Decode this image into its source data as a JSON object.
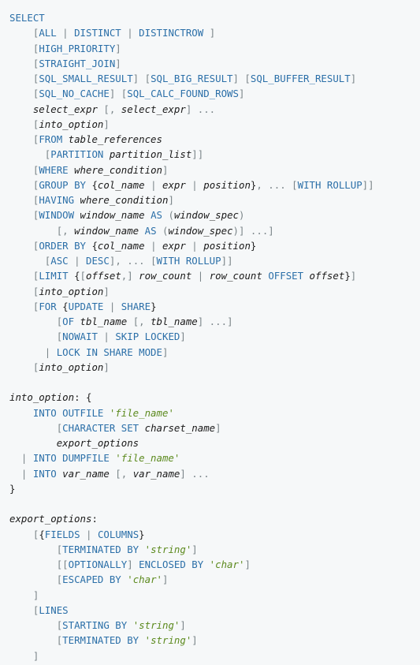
{
  "syntax_colors": {
    "keyword": "#2b6fa8",
    "variable": "#1a1a1a",
    "punctuation": "#7b8589",
    "string": "#5c8a1e",
    "background": "#f6f8f9"
  },
  "lines": [
    [
      [
        "k",
        "SELECT"
      ]
    ],
    [
      [
        "t",
        "    "
      ],
      [
        "p",
        "["
      ],
      [
        "k",
        "ALL"
      ],
      [
        "p",
        " | "
      ],
      [
        "k",
        "DISTINCT"
      ],
      [
        "p",
        " | "
      ],
      [
        "k",
        "DISTINCTROW"
      ],
      [
        "p",
        " ]"
      ]
    ],
    [
      [
        "t",
        "    "
      ],
      [
        "p",
        "["
      ],
      [
        "k",
        "HIGH_PRIORITY"
      ],
      [
        "p",
        "]"
      ]
    ],
    [
      [
        "t",
        "    "
      ],
      [
        "p",
        "["
      ],
      [
        "k",
        "STRAIGHT_JOIN"
      ],
      [
        "p",
        "]"
      ]
    ],
    [
      [
        "t",
        "    "
      ],
      [
        "p",
        "["
      ],
      [
        "k",
        "SQL_SMALL_RESULT"
      ],
      [
        "p",
        "] ["
      ],
      [
        "k",
        "SQL_BIG_RESULT"
      ],
      [
        "p",
        "] ["
      ],
      [
        "k",
        "SQL_BUFFER_RESULT"
      ],
      [
        "p",
        "]"
      ]
    ],
    [
      [
        "t",
        "    "
      ],
      [
        "p",
        "["
      ],
      [
        "k",
        "SQL_NO_CACHE"
      ],
      [
        "p",
        "] ["
      ],
      [
        "k",
        "SQL_CALC_FOUND_ROWS"
      ],
      [
        "p",
        "]"
      ]
    ],
    [
      [
        "t",
        "    "
      ],
      [
        "v",
        "select_expr"
      ],
      [
        "p",
        " [, "
      ],
      [
        "v",
        "select_expr"
      ],
      [
        "p",
        "] ..."
      ]
    ],
    [
      [
        "t",
        "    "
      ],
      [
        "p",
        "["
      ],
      [
        "v",
        "into_option"
      ],
      [
        "p",
        "]"
      ]
    ],
    [
      [
        "t",
        "    "
      ],
      [
        "p",
        "["
      ],
      [
        "k",
        "FROM"
      ],
      [
        "t",
        " "
      ],
      [
        "v",
        "table_references"
      ]
    ],
    [
      [
        "t",
        "      "
      ],
      [
        "p",
        "["
      ],
      [
        "k",
        "PARTITION"
      ],
      [
        "t",
        " "
      ],
      [
        "v",
        "partition_list"
      ],
      [
        "p",
        "]]"
      ]
    ],
    [
      [
        "t",
        "    "
      ],
      [
        "p",
        "["
      ],
      [
        "k",
        "WHERE"
      ],
      [
        "t",
        " "
      ],
      [
        "v",
        "where_condition"
      ],
      [
        "p",
        "]"
      ]
    ],
    [
      [
        "t",
        "    "
      ],
      [
        "p",
        "["
      ],
      [
        "k",
        "GROUP BY"
      ],
      [
        "t",
        " {"
      ],
      [
        "v",
        "col_name"
      ],
      [
        "p",
        " | "
      ],
      [
        "v",
        "expr"
      ],
      [
        "p",
        " | "
      ],
      [
        "v",
        "position"
      ],
      [
        "t",
        "}"
      ],
      [
        "p",
        ", ... ["
      ],
      [
        "k",
        "WITH ROLLUP"
      ],
      [
        "p",
        "]]"
      ]
    ],
    [
      [
        "t",
        "    "
      ],
      [
        "p",
        "["
      ],
      [
        "k",
        "HAVING"
      ],
      [
        "t",
        " "
      ],
      [
        "v",
        "where_condition"
      ],
      [
        "p",
        "]"
      ]
    ],
    [
      [
        "t",
        "    "
      ],
      [
        "p",
        "["
      ],
      [
        "k",
        "WINDOW"
      ],
      [
        "t",
        " "
      ],
      [
        "v",
        "window_name"
      ],
      [
        "t",
        " "
      ],
      [
        "k",
        "AS"
      ],
      [
        "t",
        " "
      ],
      [
        "p",
        "("
      ],
      [
        "v",
        "window_spec"
      ],
      [
        "p",
        ")"
      ]
    ],
    [
      [
        "t",
        "        "
      ],
      [
        "p",
        "[, "
      ],
      [
        "v",
        "window_name"
      ],
      [
        "t",
        " "
      ],
      [
        "k",
        "AS"
      ],
      [
        "t",
        " "
      ],
      [
        "p",
        "("
      ],
      [
        "v",
        "window_spec"
      ],
      [
        "p",
        ")] ...]"
      ]
    ],
    [
      [
        "t",
        "    "
      ],
      [
        "p",
        "["
      ],
      [
        "k",
        "ORDER BY"
      ],
      [
        "t",
        " {"
      ],
      [
        "v",
        "col_name"
      ],
      [
        "p",
        " | "
      ],
      [
        "v",
        "expr"
      ],
      [
        "p",
        " | "
      ],
      [
        "v",
        "position"
      ],
      [
        "t",
        "}"
      ]
    ],
    [
      [
        "t",
        "      "
      ],
      [
        "p",
        "["
      ],
      [
        "k",
        "ASC"
      ],
      [
        "p",
        " | "
      ],
      [
        "k",
        "DESC"
      ],
      [
        "p",
        "], ... ["
      ],
      [
        "k",
        "WITH ROLLUP"
      ],
      [
        "p",
        "]]"
      ]
    ],
    [
      [
        "t",
        "    "
      ],
      [
        "p",
        "["
      ],
      [
        "k",
        "LIMIT"
      ],
      [
        "t",
        " {"
      ],
      [
        "p",
        "["
      ],
      [
        "v",
        "offset"
      ],
      [
        "p",
        ",] "
      ],
      [
        "v",
        "row_count"
      ],
      [
        "p",
        " | "
      ],
      [
        "v",
        "row_count"
      ],
      [
        "t",
        " "
      ],
      [
        "k",
        "OFFSET"
      ],
      [
        "t",
        " "
      ],
      [
        "v",
        "offset"
      ],
      [
        "t",
        "}"
      ],
      [
        "p",
        "]"
      ]
    ],
    [
      [
        "t",
        "    "
      ],
      [
        "p",
        "["
      ],
      [
        "v",
        "into_option"
      ],
      [
        "p",
        "]"
      ]
    ],
    [
      [
        "t",
        "    "
      ],
      [
        "p",
        "["
      ],
      [
        "k",
        "FOR"
      ],
      [
        "t",
        " {"
      ],
      [
        "k",
        "UPDATE"
      ],
      [
        "p",
        " | "
      ],
      [
        "k",
        "SHARE"
      ],
      [
        "t",
        "}"
      ]
    ],
    [
      [
        "t",
        "        "
      ],
      [
        "p",
        "["
      ],
      [
        "k",
        "OF"
      ],
      [
        "t",
        " "
      ],
      [
        "v",
        "tbl_name"
      ],
      [
        "p",
        " [, "
      ],
      [
        "v",
        "tbl_name"
      ],
      [
        "p",
        "] ...]"
      ]
    ],
    [
      [
        "t",
        "        "
      ],
      [
        "p",
        "["
      ],
      [
        "k",
        "NOWAIT"
      ],
      [
        "p",
        " | "
      ],
      [
        "k",
        "SKIP LOCKED"
      ],
      [
        "p",
        "]"
      ]
    ],
    [
      [
        "t",
        "      "
      ],
      [
        "p",
        "| "
      ],
      [
        "k",
        "LOCK IN SHARE MODE"
      ],
      [
        "p",
        "]"
      ]
    ],
    [
      [
        "t",
        "    "
      ],
      [
        "p",
        "["
      ],
      [
        "v",
        "into_option"
      ],
      [
        "p",
        "]"
      ]
    ],
    [],
    [
      [
        "v",
        "into_option"
      ],
      [
        "t",
        ": {"
      ]
    ],
    [
      [
        "t",
        "    "
      ],
      [
        "k",
        "INTO OUTFILE"
      ],
      [
        "t",
        " "
      ],
      [
        "s",
        "'file_name'"
      ]
    ],
    [
      [
        "t",
        "        "
      ],
      [
        "p",
        "["
      ],
      [
        "k",
        "CHARACTER SET"
      ],
      [
        "t",
        " "
      ],
      [
        "v",
        "charset_name"
      ],
      [
        "p",
        "]"
      ]
    ],
    [
      [
        "t",
        "        "
      ],
      [
        "v",
        "export_options"
      ]
    ],
    [
      [
        "t",
        "  "
      ],
      [
        "p",
        "| "
      ],
      [
        "k",
        "INTO DUMPFILE"
      ],
      [
        "t",
        " "
      ],
      [
        "s",
        "'file_name'"
      ]
    ],
    [
      [
        "t",
        "  "
      ],
      [
        "p",
        "| "
      ],
      [
        "k",
        "INTO"
      ],
      [
        "t",
        " "
      ],
      [
        "v",
        "var_name"
      ],
      [
        "p",
        " [, "
      ],
      [
        "v",
        "var_name"
      ],
      [
        "p",
        "] ..."
      ]
    ],
    [
      [
        "t",
        "}"
      ]
    ],
    [],
    [
      [
        "v",
        "export_options"
      ],
      [
        "t",
        ":"
      ]
    ],
    [
      [
        "t",
        "    "
      ],
      [
        "p",
        "["
      ],
      [
        "t",
        "{"
      ],
      [
        "k",
        "FIELDS"
      ],
      [
        "p",
        " | "
      ],
      [
        "k",
        "COLUMNS"
      ],
      [
        "t",
        "}"
      ]
    ],
    [
      [
        "t",
        "        "
      ],
      [
        "p",
        "["
      ],
      [
        "k",
        "TERMINATED BY"
      ],
      [
        "t",
        " "
      ],
      [
        "s",
        "'string'"
      ],
      [
        "p",
        "]"
      ]
    ],
    [
      [
        "t",
        "        "
      ],
      [
        "p",
        "[["
      ],
      [
        "k",
        "OPTIONALLY"
      ],
      [
        "p",
        "] "
      ],
      [
        "k",
        "ENCLOSED BY"
      ],
      [
        "t",
        " "
      ],
      [
        "s",
        "'char'"
      ],
      [
        "p",
        "]"
      ]
    ],
    [
      [
        "t",
        "        "
      ],
      [
        "p",
        "["
      ],
      [
        "k",
        "ESCAPED BY"
      ],
      [
        "t",
        " "
      ],
      [
        "s",
        "'char'"
      ],
      [
        "p",
        "]"
      ]
    ],
    [
      [
        "t",
        "    "
      ],
      [
        "p",
        "]"
      ]
    ],
    [
      [
        "t",
        "    "
      ],
      [
        "p",
        "["
      ],
      [
        "k",
        "LINES"
      ]
    ],
    [
      [
        "t",
        "        "
      ],
      [
        "p",
        "["
      ],
      [
        "k",
        "STARTING BY"
      ],
      [
        "t",
        " "
      ],
      [
        "s",
        "'string'"
      ],
      [
        "p",
        "]"
      ]
    ],
    [
      [
        "t",
        "        "
      ],
      [
        "p",
        "["
      ],
      [
        "k",
        "TERMINATED BY"
      ],
      [
        "t",
        " "
      ],
      [
        "s",
        "'string'"
      ],
      [
        "p",
        "]"
      ]
    ],
    [
      [
        "t",
        "    "
      ],
      [
        "p",
        "]"
      ]
    ]
  ]
}
